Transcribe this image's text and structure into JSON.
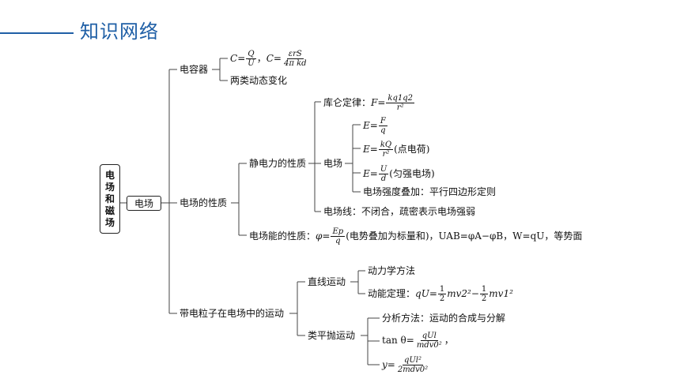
{
  "header": {
    "title": "知识网络",
    "accent": "#1f5fa6"
  },
  "root": "电场和磁场",
  "field": "电场",
  "capacitor": {
    "label": "电容器",
    "f1": {
      "lhs": "C",
      "eq": "=",
      "num": "Q",
      "den": "U"
    },
    "sep": "，",
    "f2": {
      "lhs": "C",
      "eq": "=",
      "num": "εrS",
      "den": "4π kd"
    },
    "dynamic": "两类动态变化"
  },
  "properties": {
    "label": "电场的性质",
    "force": {
      "label": "静电力的性质",
      "coulomb": {
        "label": "库仑定律：",
        "lhs": "F",
        "eq": "=",
        "num": "kq1q2",
        "den": "r²"
      },
      "field": {
        "label": "电场",
        "e1": {
          "lhs": "E",
          "eq": "=",
          "num": "F",
          "den": "q"
        },
        "e2": {
          "lhs": "E",
          "eq": "=",
          "num": "kQ",
          "den": "r²",
          "note": "(点电荷)"
        },
        "e3": {
          "lhs": "E",
          "eq": "=",
          "num": "U",
          "den": "d",
          "note": "(匀强电场)"
        },
        "superpose": "电场强度叠加：平行四边形定则"
      },
      "lines": "电场线：不闭合，疏密表示电场强弱"
    },
    "energy": {
      "label": "电场能的性质：",
      "lhs": "φ",
      "eq": "=",
      "num": "Ep",
      "den": "q",
      "rest": "(电势叠加为标量和)，UAB=φA−φB，W=qU，等势面"
    }
  },
  "motion": {
    "label": "带电粒子在电场中的运动",
    "linear": {
      "label": "直线运动",
      "dyn": "动力学方法",
      "ke": {
        "label": "动能定理：",
        "lhs": "qU",
        "eq": "=",
        "h1": "1",
        "h2": "2",
        "m1": "mv2²",
        "minus": "−",
        "m2": "mv1²"
      }
    },
    "projectile": {
      "label": "类平抛运动",
      "method": "分析方法：运动的合成与分解",
      "tan": {
        "lhs": "tan θ",
        "eq": "=",
        "num": "qUl",
        "den": "mdv0²",
        "tail": "，"
      },
      "y": {
        "lhs": "y",
        "eq": "=",
        "num": "qUl²",
        "den": "2mdv0²"
      }
    }
  }
}
